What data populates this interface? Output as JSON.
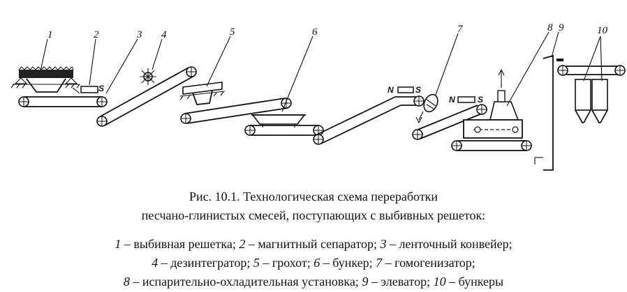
{
  "figure": {
    "labels": {
      "n1": "1",
      "n2": "2",
      "n3": "3",
      "n4": "4",
      "n5": "5",
      "n6": "6",
      "n7": "7",
      "n8": "8",
      "n9": "9",
      "n10": "10"
    },
    "pole_marks": {
      "s1": "S",
      "n_a": "N",
      "s_a": "S",
      "n_b": "N",
      "s_b": "S"
    }
  },
  "caption": {
    "line1": "Рис. 10.1. Технологическая схема переработки",
    "line2": "песчано-глинистых смесей, поступающих с выбивных решеток:"
  },
  "legend": [
    [
      {
        "num": "1",
        "text": " – выбивная решетка; "
      },
      {
        "num": "2",
        "text": " – магнитный сепаратор; "
      },
      {
        "num": "3",
        "text": " – ленточный конвейер;"
      }
    ],
    [
      {
        "num": "4",
        "text": " – дезинтегратор; "
      },
      {
        "num": "5",
        "text": " – грохот; "
      },
      {
        "num": "6",
        "text": " – бункер; "
      },
      {
        "num": "7",
        "text": " – гомогенизатор;"
      }
    ],
    [
      {
        "num": "8",
        "text": " – испарительно-охладительная установка; "
      },
      {
        "num": "9",
        "text": " – элеватор; "
      },
      {
        "num": "10",
        "text": " – бункеры"
      }
    ]
  ]
}
